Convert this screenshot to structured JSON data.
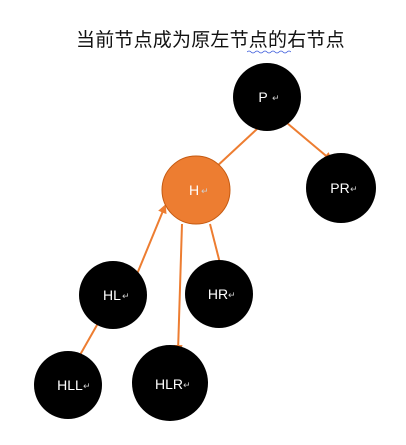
{
  "title": "当前节点成为原左节点的右节点",
  "colors": {
    "node_dark": "#000000",
    "node_highlight": "#ED7D31",
    "arrow": "#ED7D31",
    "label": "#FFFFFF",
    "title_text": "#111111"
  },
  "nodes": {
    "p": "P",
    "h": "H",
    "pr": "PR",
    "hl": "HL",
    "hr": "HR",
    "hll": "HLL",
    "hlr": "HLR"
  },
  "paragraph_mark": "↵"
}
